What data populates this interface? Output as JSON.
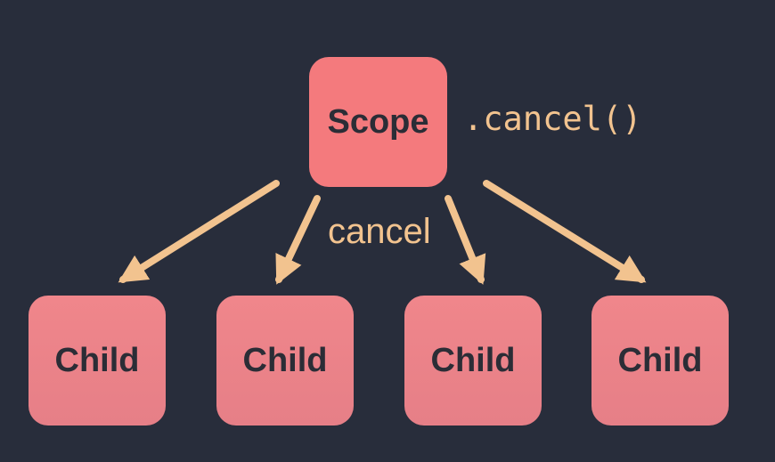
{
  "scope": {
    "label": "Scope"
  },
  "method_call": ".cancel()",
  "edge_label": "cancel",
  "children": [
    {
      "label": "Child"
    },
    {
      "label": "Child"
    },
    {
      "label": "Child"
    },
    {
      "label": "Child"
    }
  ],
  "colors": {
    "background": "#282d3b",
    "scope_fill": "#f47a7d",
    "child_fill": "#ec848a",
    "arrow": "#f2c38f",
    "node_text": "#2b2d36"
  }
}
